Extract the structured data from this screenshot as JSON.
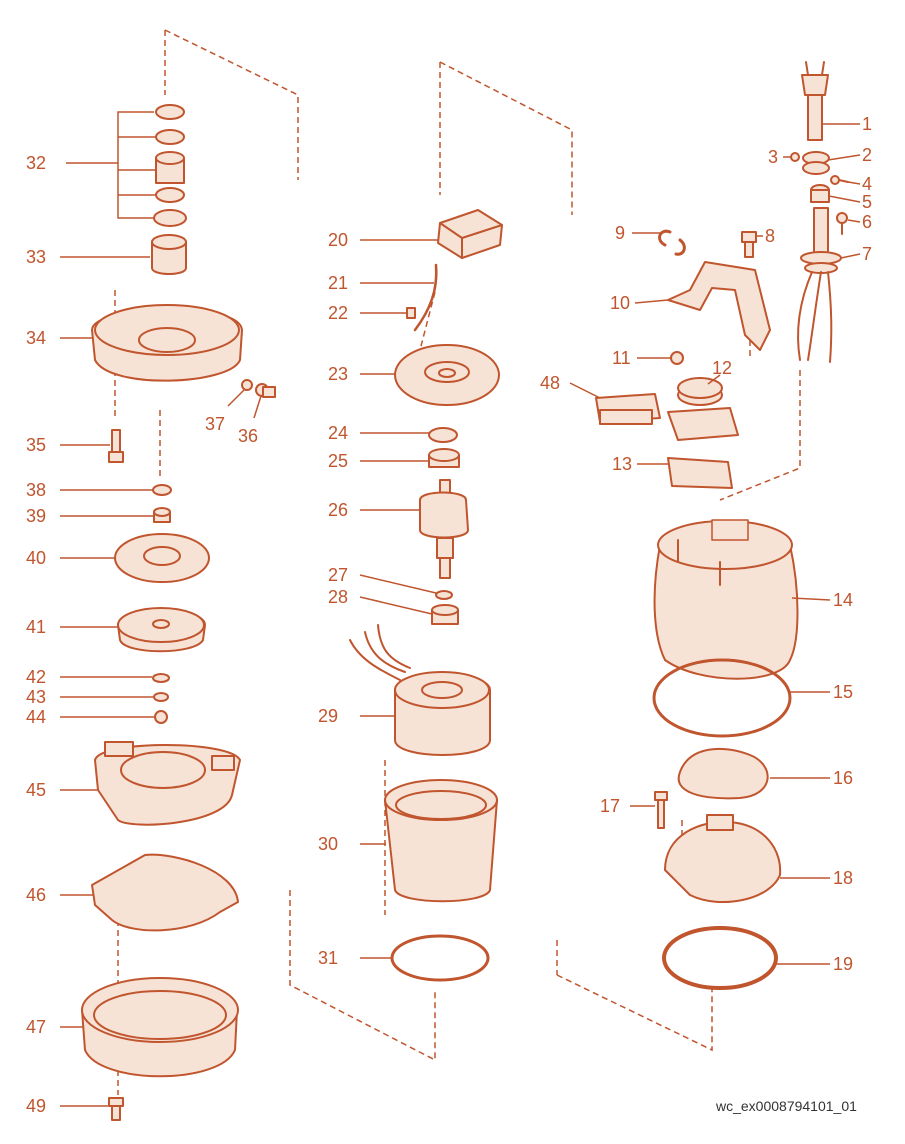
{
  "colors": {
    "ink": "#c0552e",
    "fill": "#f7e2d6",
    "paper": "#ffffff",
    "code": "#333333"
  },
  "labels": {
    "1": "1",
    "2": "2",
    "3": "3",
    "4": "4",
    "5": "5",
    "6": "6",
    "7": "7",
    "8": "8",
    "9": "9",
    "10": "10",
    "11": "11",
    "12": "12",
    "13": "13",
    "14": "14",
    "15": "15",
    "16": "16",
    "17": "17",
    "18": "18",
    "19": "19",
    "20": "20",
    "21": "21",
    "22": "22",
    "23": "23",
    "24": "24",
    "25": "25",
    "26": "26",
    "27": "27",
    "28": "28",
    "29": "29",
    "30": "30",
    "31": "31",
    "32": "32",
    "33": "33",
    "34": "34",
    "35": "35",
    "36": "36",
    "37": "37",
    "38": "38",
    "39": "39",
    "40": "40",
    "41": "41",
    "42": "42",
    "43": "43",
    "44": "44",
    "45": "45",
    "46": "46",
    "47": "47",
    "48": "48",
    "49": "49"
  },
  "image_code": "wc_ex0008794101_01"
}
